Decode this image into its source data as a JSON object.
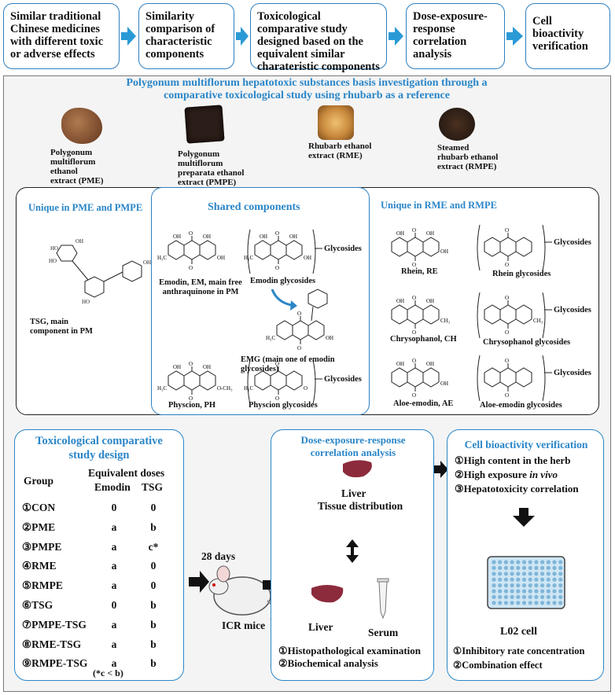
{
  "flow_steps": [
    "Similar traditional Chinese medicines with different toxic or adverse effects",
    "Similarity comparison of characteristic components",
    "Toxicological comparative study designed based on the equivalent similar charateristic components",
    "Dose-exposure-response correlation analysis",
    "Cell bioactivity verification"
  ],
  "main_title": "Polygonum multiflorum hepatotoxic substances basis investigation through a comparative toxicological study using rhubarb as a reference",
  "extracts": [
    {
      "label": "Polygonum multiflorum ethanol extract (PME)",
      "color": "#8a5a3a"
    },
    {
      "label": "Polygonum multiflorum preparata ethanol extract (PMPE)",
      "color": "#2b1d18"
    },
    {
      "label": "Rhubarb ethanol extract (RME)",
      "color": "#c98a3d"
    },
    {
      "label": "Steamed rhubarb ethanol extract (RMPE)",
      "color": "#2a1c14"
    }
  ],
  "components": {
    "unique_pm_title": "Unique in PME and PMPE",
    "shared_title": "Shared components",
    "unique_rm_title": "Unique in RME and RMPE",
    "tsg_label": "TSG, main component in PM",
    "emodin_label": "Emodin, EM, main free anthraquinone in PM",
    "emodin_glycosides_label": "Emodin glycosides",
    "emg_label": "EMG (main one of emodin glycosides)",
    "physcion_label": "Physcion, PH",
    "physcion_glycosides_label": "Physcion glycosides",
    "rhein_label": "Rhein, RE",
    "rhein_glycosides_label": "Rhein glycosides",
    "chrysophanol_label": "Chrysophanol, CH",
    "chrysophanol_glycosides_label": "Chrysophanol glycosides",
    "aloe_label": "Aloe-emodin, AE",
    "aloe_glycosides_label": "Aloe-emodin glycosides",
    "glycosides_word": "Glycosides"
  },
  "design": {
    "title": "Toxicological comparative study design",
    "group_header": "Group",
    "doses_header": "Equivalent doses",
    "emodin_header": "Emodin",
    "tsg_header": "TSG",
    "rows": [
      {
        "group": "①CON",
        "emodin": "0",
        "tsg": "0"
      },
      {
        "group": "②PME",
        "emodin": "a",
        "tsg": "b"
      },
      {
        "group": "③PMPE",
        "emodin": "a",
        "tsg": "c*"
      },
      {
        "group": "④RME",
        "emodin": "a",
        "tsg": "0"
      },
      {
        "group": "⑤RMPE",
        "emodin": "a",
        "tsg": "0"
      },
      {
        "group": "⑥TSG",
        "emodin": "0",
        "tsg": "b"
      },
      {
        "group": "⑦PMPE-TSG",
        "emodin": "a",
        "tsg": "b"
      },
      {
        "group": "⑧RME-TSG",
        "emodin": "a",
        "tsg": "b"
      },
      {
        "group": "⑨RMPE-TSG",
        "emodin": "a",
        "tsg": "b"
      }
    ],
    "footnote": "(*c < b)"
  },
  "animal": {
    "days": "28 days",
    "mice": "ICR mice"
  },
  "dose_exposure": {
    "title": "Dose-exposure-response correlation analysis",
    "liver_top": "Liver",
    "tissue": "Tissue distribution",
    "liver_bottom": "Liver",
    "serum": "Serum",
    "items": [
      "①Histopathological examination",
      "②Biochemical analysis"
    ]
  },
  "cell": {
    "title": "Cell bioactivity verification",
    "items_top": [
      "①High content in the herb",
      "②High exposure "
    ],
    "in_vivo": "in vivo",
    "item3": "③Hepatotoxicity correlation",
    "cell_line": "L02 cell",
    "items_bottom": [
      "①Inhibitory rate concentration",
      "②Combination effect"
    ]
  },
  "colors": {
    "accent": "#2a86c8",
    "border": "#2d7fc0",
    "arrow": "#2a9ad6"
  }
}
